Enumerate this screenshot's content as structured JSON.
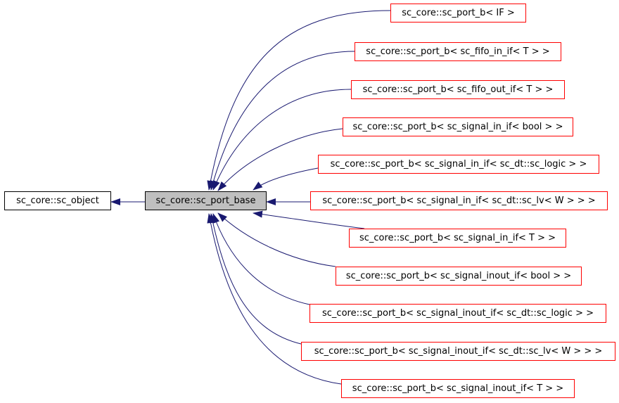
{
  "diagram": {
    "base_class": "sc_core::sc_object",
    "focus_class": "sc_core::sc_port_base",
    "derived_classes": [
      "sc_core::sc_port_b< IF >",
      "sc_core::sc_port_b< sc_fifo_in_if< T > >",
      "sc_core::sc_port_b< sc_fifo_out_if< T > >",
      "sc_core::sc_port_b< sc_signal_in_if< bool > >",
      "sc_core::sc_port_b< sc_signal_in_if< sc_dt::sc_logic > >",
      "sc_core::sc_port_b< sc_signal_in_if< sc_dt::sc_lv< W > > >",
      "sc_core::sc_port_b< sc_signal_in_if< T > >",
      "sc_core::sc_port_b< sc_signal_inout_if< bool > >",
      "sc_core::sc_port_b< sc_signal_inout_if< sc_dt::sc_logic > >",
      "sc_core::sc_port_b< sc_signal_inout_if< sc_dt::sc_lv< W > > >",
      "sc_core::sc_port_b< sc_signal_inout_if< T > >"
    ],
    "colors": {
      "edge": "#191970",
      "derived_border": "#ff0000",
      "focus_fill": "#bfbfbf"
    }
  }
}
